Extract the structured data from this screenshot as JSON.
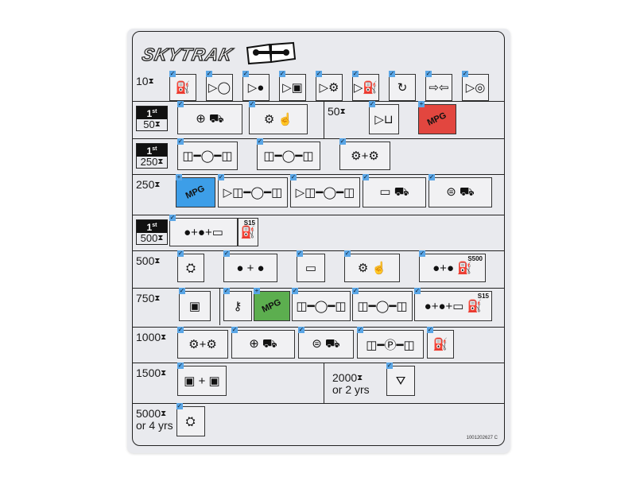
{
  "brand": {
    "name": "SKYTRAK",
    "manual_icon": "manual-wrench-icon"
  },
  "hourglass_symbol": "⧗",
  "colors": {
    "grease_red": "#e2463f",
    "grease_blue": "#3d9ee8",
    "grease_green": "#5cae4f",
    "check_badge": "#5aa6e6"
  },
  "rows": [
    {
      "interval": "10",
      "first": false,
      "icons": [
        "fuel-filter-drain-icon",
        "hydraulic-oil-level-icon",
        "engine-oil-level-icon",
        "hydraulic-reservoir-icon",
        "transmission-oil-icon",
        "fuel-level-icon",
        "air-filter-icon",
        "tire-pressure-icon",
        "brake-fluid-icon"
      ]
    },
    {
      "interval": "50",
      "first": true,
      "first_label": "1",
      "first_sup": "st",
      "icons": [
        "boom-inspection-icon",
        "wheel-lug-torque-manual-icon"
      ],
      "split": {
        "interval": "50",
        "icons": [
          "washer-fluid-icon",
          "grease-red-icon"
        ],
        "grease_text": "MPG"
      }
    },
    {
      "interval": "250",
      "first": true,
      "first_label": "1",
      "first_sup": "st",
      "icons": [
        "axle-oil-change-icon",
        "axle-hub-oil-change-icon",
        "transmission-oil-filter-change-icon"
      ]
    },
    {
      "interval": "250",
      "first": false,
      "icons": [
        "grease-blue-icon",
        "axle-level-icon",
        "axle-hub-level-icon",
        "boom-wear-pad-icon",
        "boom-chain-icon"
      ],
      "grease_text": "MPG"
    },
    {
      "interval": "500",
      "first": true,
      "first_label": "1",
      "first_sup": "st",
      "icons": [
        "engine-oil-filter-manual-icon",
        "fuel-s15-icon"
      ],
      "fuel_label": "S15"
    },
    {
      "interval": "500",
      "first": false,
      "icons": [
        "engine-belt-inspection-icon",
        "engine-oil-filter-change-icon",
        "battery-icon",
        "wheel-lug-torque-manual-icon",
        "engine-oil-fuel-s500-icon"
      ],
      "fuel_label": "S500"
    },
    {
      "interval": "750",
      "first": false,
      "icons": [
        "hydraulic-filter-change-icon",
        "engine-belt-icon",
        "grease-green-icon",
        "axle-oil-change-icon",
        "axle-hub-oil-change-icon",
        "engine-oil-manual-fuel-s15-icon"
      ],
      "grease_text": "MPG",
      "fuel_label": "S15"
    },
    {
      "interval": "1000",
      "first": false,
      "icons": [
        "transmission-oil-filter-change-icon",
        "boom-inspection-icon",
        "boom-lubrication-icon",
        "parking-brake-axle-icon",
        "fuel-filter-change-icon"
      ]
    },
    {
      "interval": "1500",
      "first": false,
      "icons": [
        "hydraulic-oil-change-icon"
      ],
      "split": {
        "interval": "2000",
        "suffix": "or 2 yrs",
        "icons": [
          "coolant-change-icon"
        ]
      }
    },
    {
      "interval": "5000",
      "suffix": "or 4 yrs",
      "first": false,
      "icons": [
        "engine-service-manual-icon"
      ]
    }
  ],
  "part_number": "1001202627 C"
}
